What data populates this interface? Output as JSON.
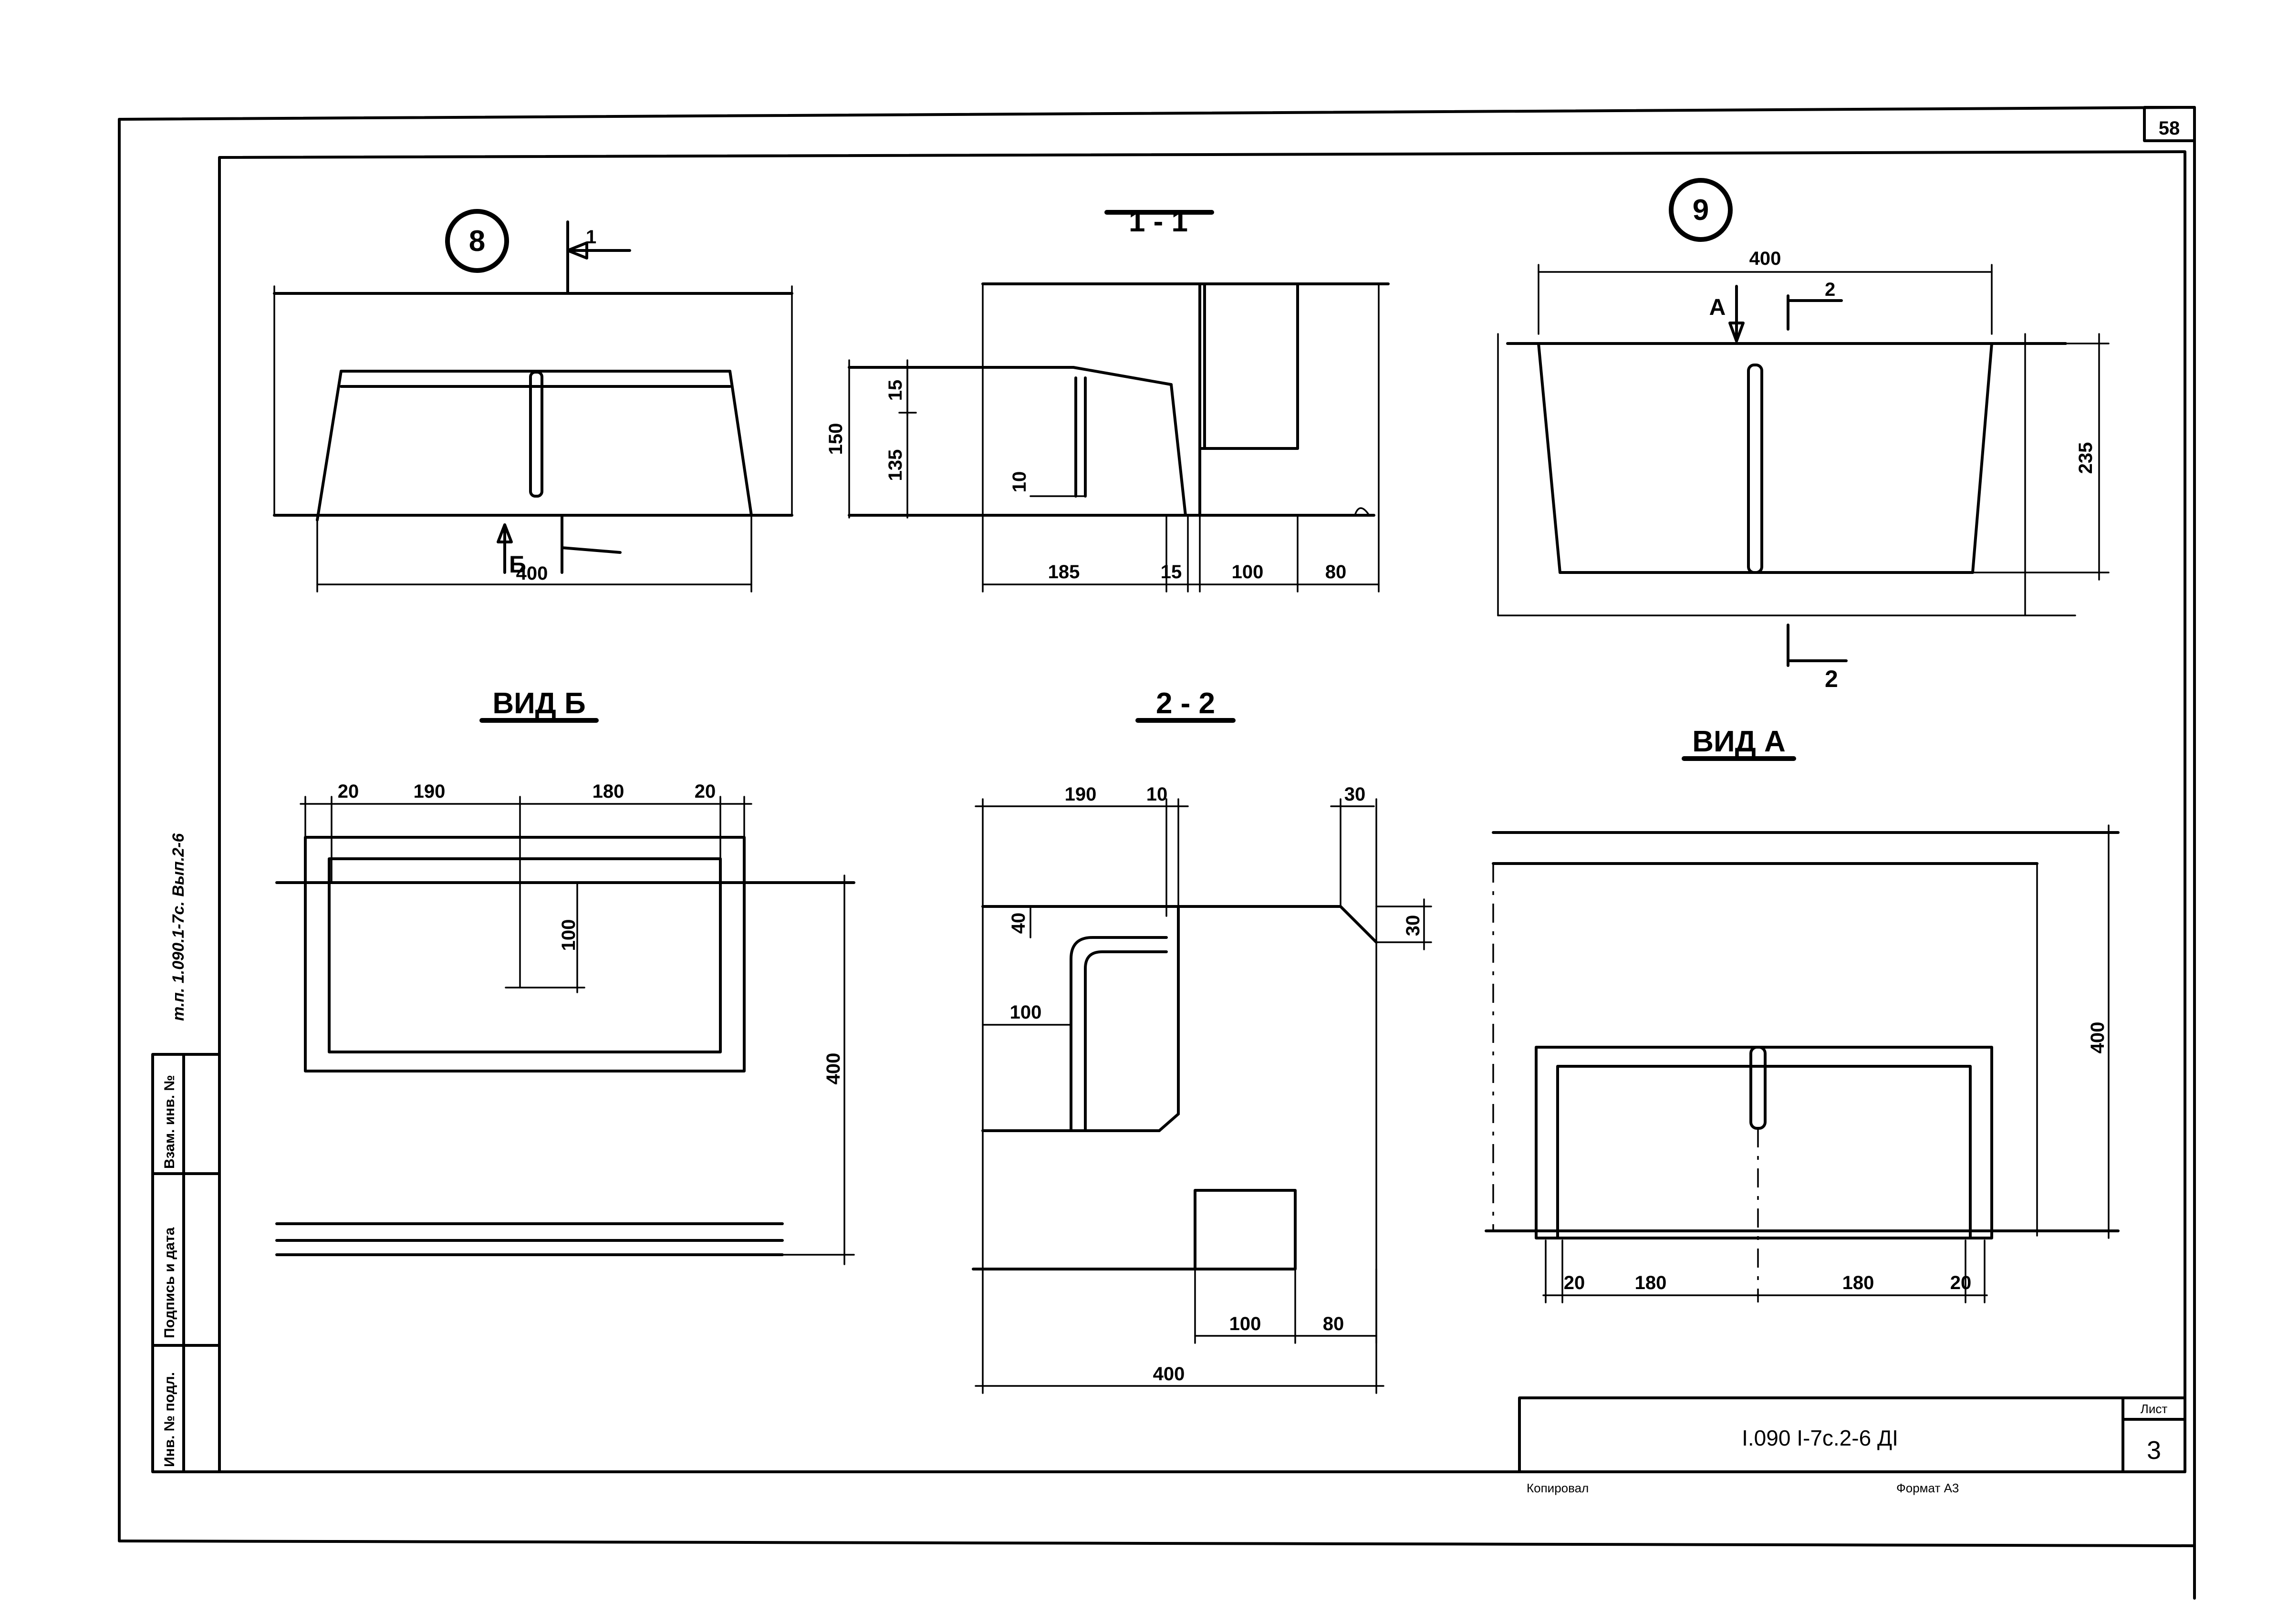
{
  "sheet": {
    "page_number": "58",
    "doc_code": "I.090 I-7c.2-6 ДI",
    "list_label": "Лист",
    "list_number": "3",
    "kontroval": "Копировал",
    "format": "Формат А3",
    "side_note": "т.п. 1.090.1-7с. Вып.2-6"
  },
  "side_stamp": {
    "col1": "Инв. № подл.",
    "col2": "Подпись и дата",
    "col3": "Взам. инв. №"
  },
  "views": {
    "node8": "8",
    "node9": "9",
    "section_1": "1 - 1",
    "section_2": "2 - 2",
    "view_b": "ВИД Б",
    "view_a": "ВИД А",
    "mark_1": "1",
    "mark_2": "2",
    "mark_b": "Б",
    "mark_a": "А"
  },
  "dims": {
    "d400": "400",
    "d150": "150",
    "d15": "15",
    "d135": "135",
    "d10": "10",
    "d185": "185",
    "d100": "100",
    "d80": "80",
    "d235": "235",
    "d20": "20",
    "d180": "180",
    "d190": "190",
    "d40": "40",
    "d30": "30"
  },
  "colors": {
    "ink": "#000000",
    "paper": "#ffffff"
  }
}
